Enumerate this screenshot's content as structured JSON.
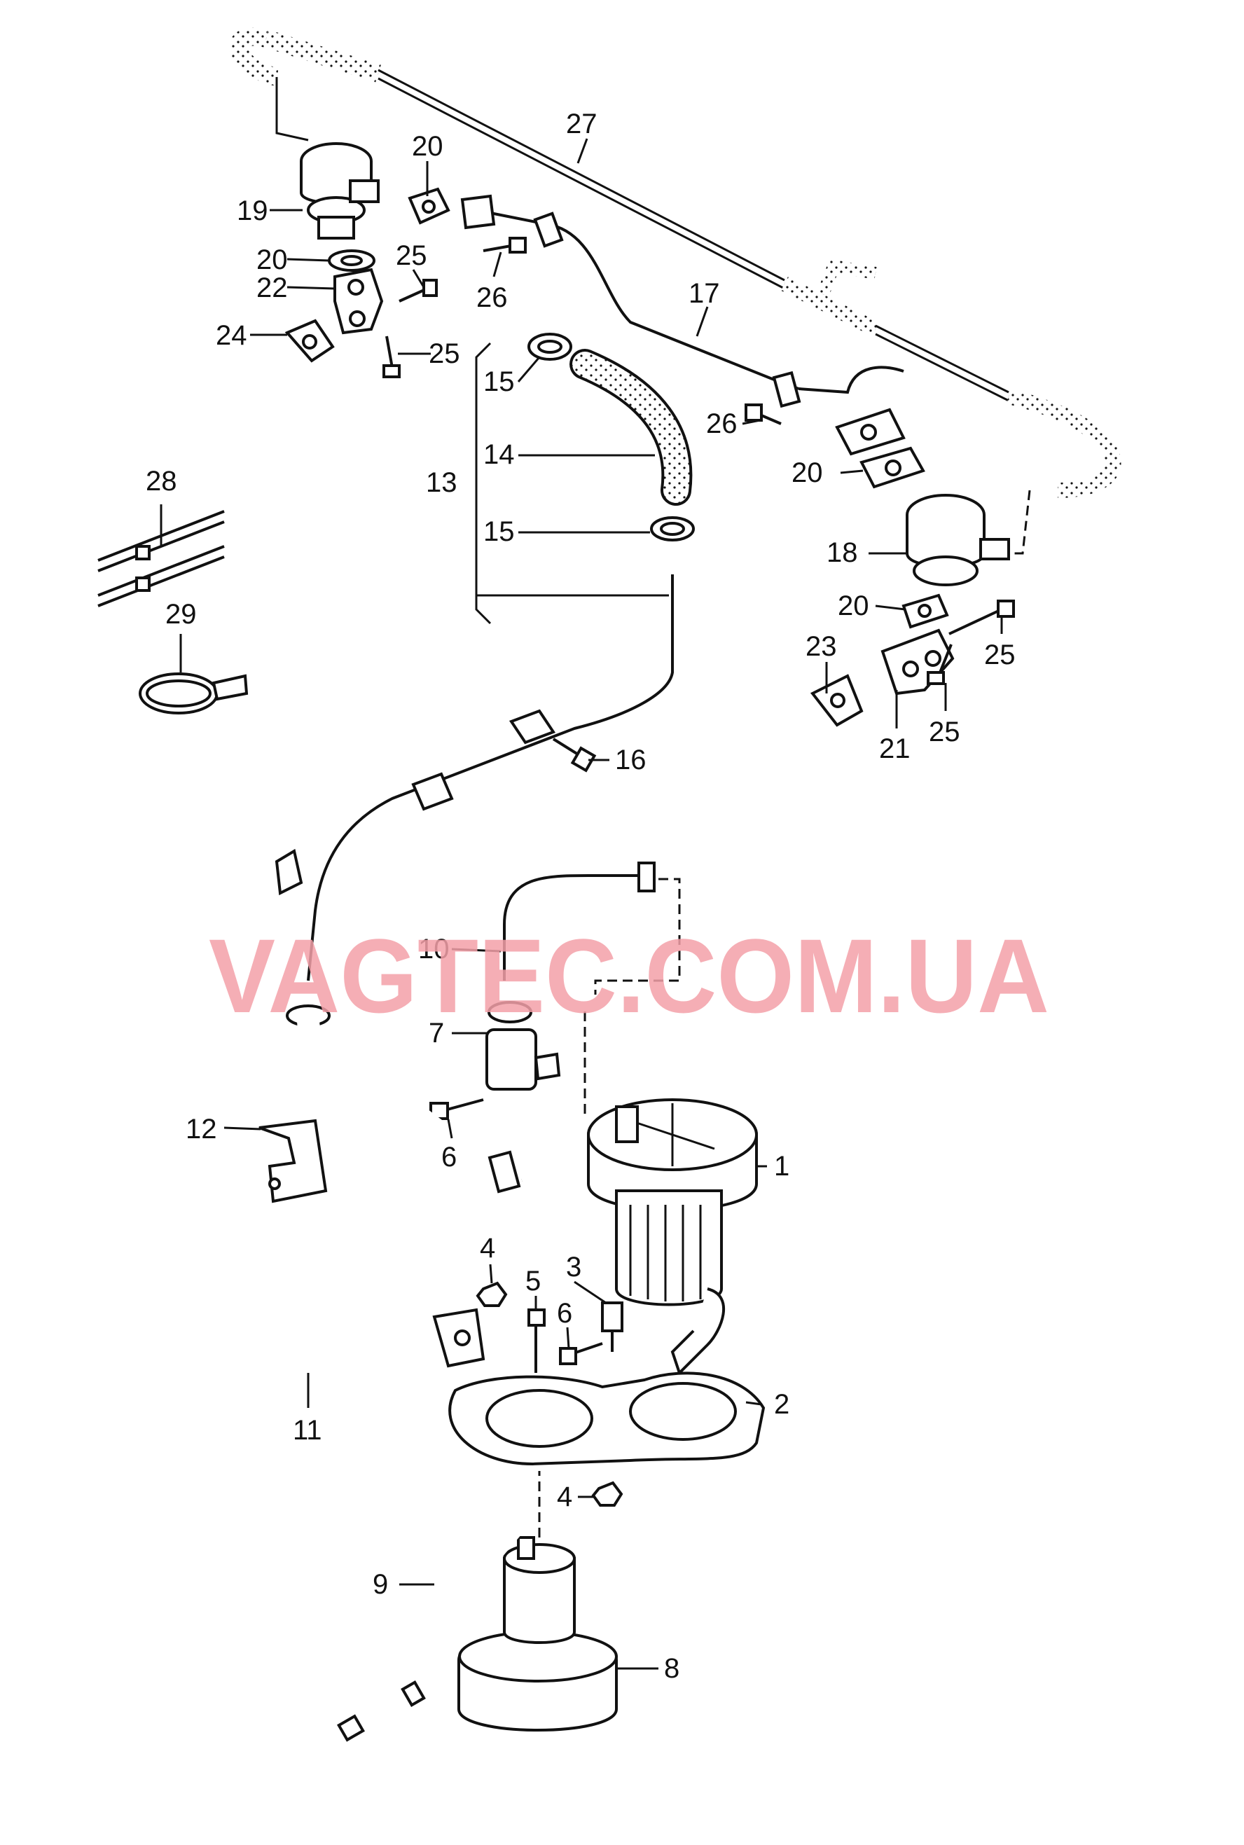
{
  "colors": {
    "line": "#111111",
    "watermark": "#f3a0a8",
    "background": "#ffffff"
  },
  "watermark": "VAGTEC.COM.UA",
  "callouts": [
    {
      "id": "c27",
      "text": "27"
    },
    {
      "id": "c20a",
      "text": "20"
    },
    {
      "id": "c19",
      "text": "19"
    },
    {
      "id": "c20b",
      "text": "20"
    },
    {
      "id": "c22",
      "text": "22"
    },
    {
      "id": "c25a",
      "text": "25"
    },
    {
      "id": "c26a",
      "text": "26"
    },
    {
      "id": "c24",
      "text": "24"
    },
    {
      "id": "c25b",
      "text": "25"
    },
    {
      "id": "c17",
      "text": "17"
    },
    {
      "id": "c15a",
      "text": "15"
    },
    {
      "id": "c14",
      "text": "14"
    },
    {
      "id": "c13",
      "text": "13"
    },
    {
      "id": "c15b",
      "text": "15"
    },
    {
      "id": "c26b",
      "text": "26"
    },
    {
      "id": "c20c",
      "text": "20"
    },
    {
      "id": "c18",
      "text": "18"
    },
    {
      "id": "c28",
      "text": "28"
    },
    {
      "id": "c29",
      "text": "29"
    },
    {
      "id": "c20d",
      "text": "20"
    },
    {
      "id": "c23",
      "text": "23"
    },
    {
      "id": "c25c",
      "text": "25"
    },
    {
      "id": "c21",
      "text": "21"
    },
    {
      "id": "c25d",
      "text": "25"
    },
    {
      "id": "c16",
      "text": "16"
    },
    {
      "id": "c10",
      "text": "10"
    },
    {
      "id": "c7",
      "text": "7"
    },
    {
      "id": "c6a",
      "text": "6"
    },
    {
      "id": "c12",
      "text": "12"
    },
    {
      "id": "c1",
      "text": "1"
    },
    {
      "id": "c4a",
      "text": "4"
    },
    {
      "id": "c5",
      "text": "5"
    },
    {
      "id": "c3",
      "text": "3"
    },
    {
      "id": "c6b",
      "text": "6"
    },
    {
      "id": "c2",
      "text": "2"
    },
    {
      "id": "c11",
      "text": "11"
    },
    {
      "id": "c4b",
      "text": "4"
    },
    {
      "id": "c9",
      "text": "9"
    },
    {
      "id": "c8",
      "text": "8"
    }
  ]
}
